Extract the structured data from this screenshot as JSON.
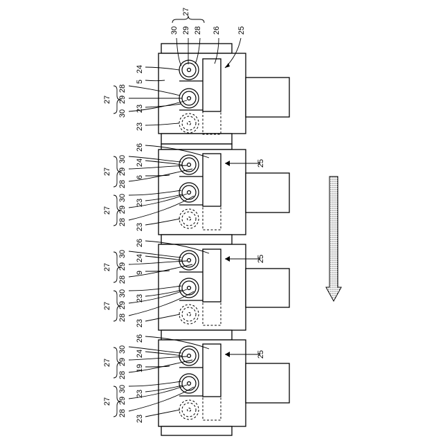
{
  "figure": {
    "colors": {
      "line": "#000000",
      "background": "#ffffff",
      "arrow_fill": "#cfcfcf"
    },
    "direction_arrow": {
      "icon": "down-arrow-stippled"
    },
    "units": [
      {
        "labels": {
          "header_top": "27",
          "header_a": "30",
          "header_b": "29",
          "header_c": "28",
          "shaft": "26",
          "assembly": "25",
          "upper_roller": "24",
          "wall": "5",
          "lower_roller": "23",
          "ghost_roller": "23",
          "group27": "27",
          "g30": "30",
          "g29": "29",
          "g28": "28"
        }
      },
      {
        "labels": {
          "shaft": "26",
          "assembly": "25",
          "upper_roller": "24",
          "wall": "6",
          "lower_roller": "23",
          "ghost_roller": "23",
          "u_group27": "27",
          "u30": "30",
          "u29": "29",
          "u28": "28",
          "l_group27": "27",
          "l30": "30",
          "l29": "29",
          "l28": "28"
        }
      },
      {
        "labels": {
          "shaft": "26",
          "assembly": "25",
          "upper_roller": "24",
          "wall": "9",
          "lower_roller": "23",
          "ghost_roller": "23",
          "u_group27": "27",
          "u30": "30",
          "u29": "29",
          "u28": "28",
          "l_group27": "27",
          "l30": "30",
          "l29": "29",
          "l28": "28"
        }
      },
      {
        "labels": {
          "shaft": "26",
          "assembly": "25",
          "upper_roller": "24",
          "wall": "19",
          "lower_roller": "23",
          "ghost_roller": "23",
          "u_group27": "27",
          "u30": "30",
          "u29": "29",
          "u28": "28",
          "l_group27": "27",
          "l30": "30",
          "l29": "29",
          "l28": "28"
        }
      }
    ]
  }
}
